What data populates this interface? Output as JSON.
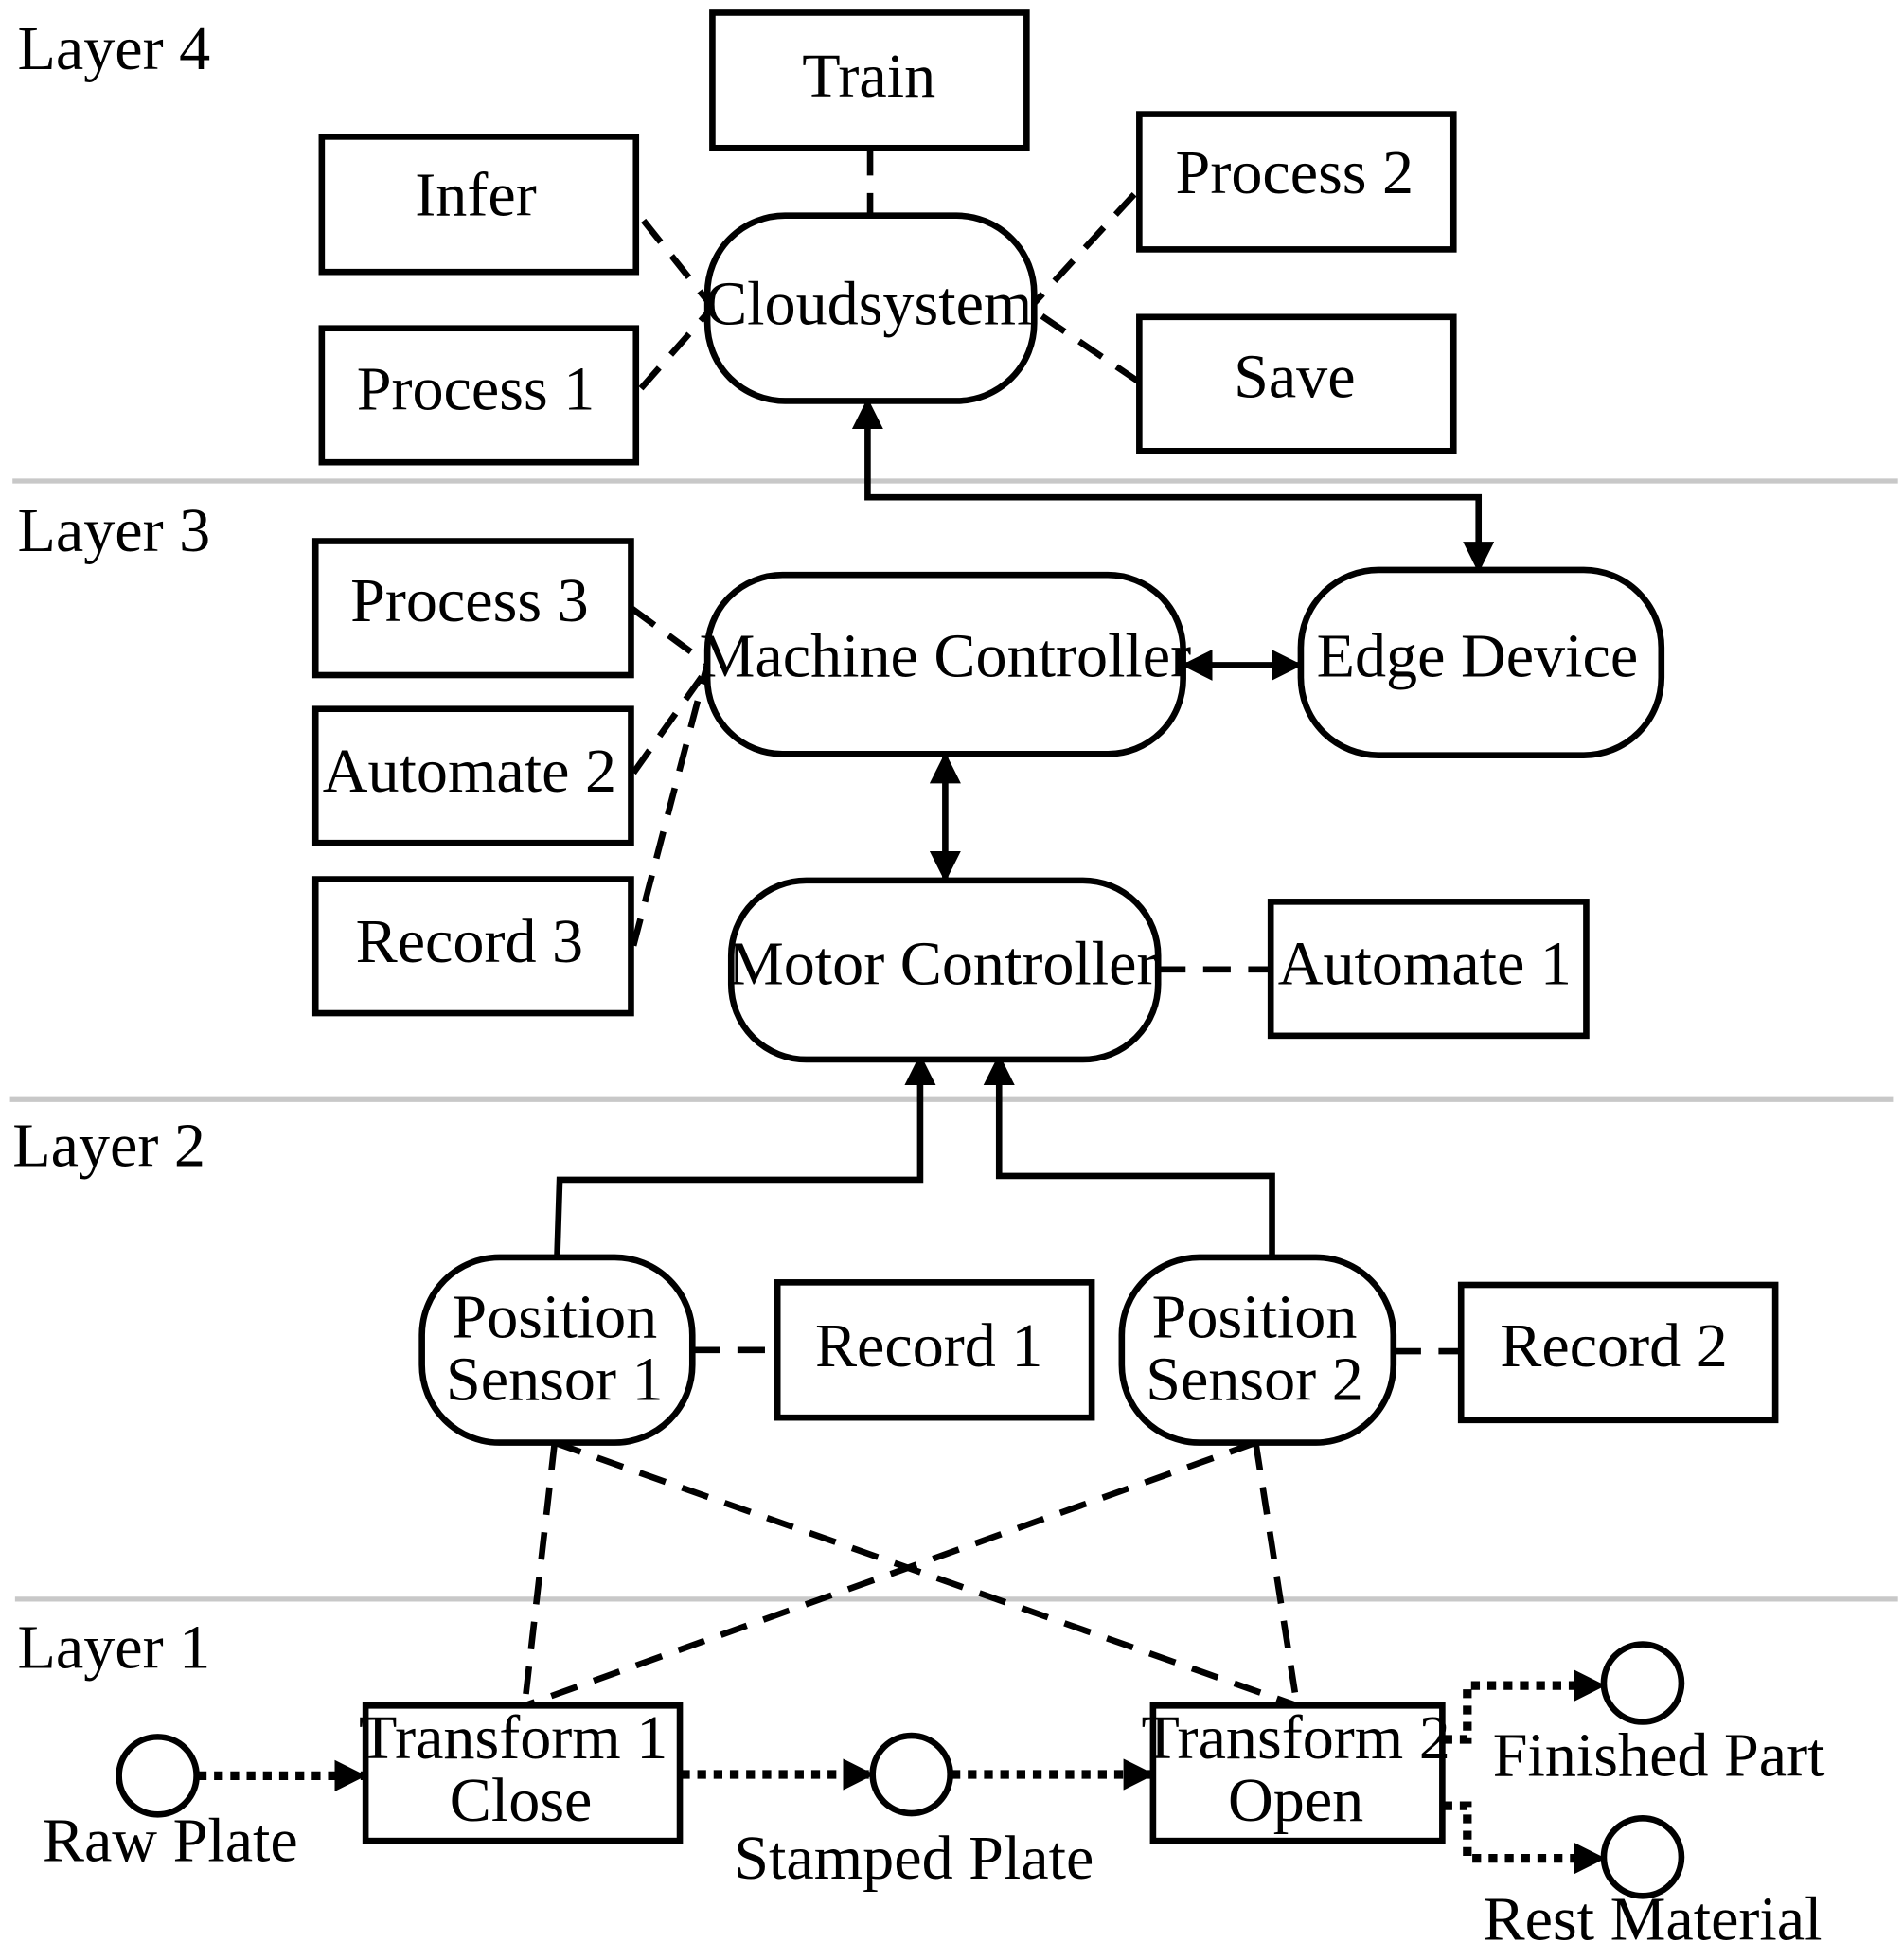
{
  "layers": {
    "layer4": "Layer 4",
    "layer3": "Layer 3",
    "layer2": "Layer 2",
    "layer1": "Layer 1"
  },
  "nodes": {
    "cloudsystem": "Cloudsystem",
    "machine_controller": "Machine Controller",
    "edge_device": "Edge Device",
    "motor_controller": "Motor Controller",
    "position_sensor_1": [
      "Position",
      "Sensor 1"
    ],
    "position_sensor_2": [
      "Position",
      "Sensor 2"
    ]
  },
  "functions": {
    "train": "Train",
    "infer": "Infer",
    "process_1": "Process 1",
    "process_2": "Process 2",
    "save": "Save",
    "process_3": "Process 3",
    "automate_2": "Automate 2",
    "record_3": "Record 3",
    "automate_1": "Automate 1",
    "record_1": "Record 1",
    "record_2": "Record 2"
  },
  "transforms": {
    "transform_1": [
      "Transform 1",
      "Close"
    ],
    "transform_2": [
      "Transform 2",
      "Open"
    ]
  },
  "places": {
    "raw_plate": "Raw Plate",
    "stamped_plate": "Stamped Plate",
    "finished_part": "Finished Part",
    "rest_material": "Rest Material"
  }
}
